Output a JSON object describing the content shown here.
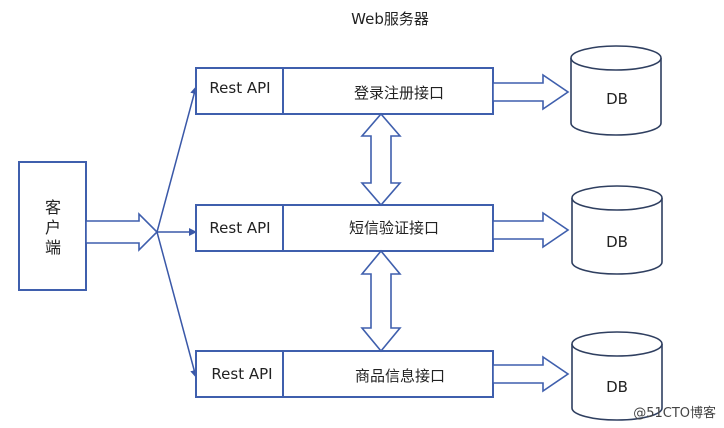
{
  "diagram": {
    "title": "Web服务器",
    "client_label": "客户端",
    "client_chars": [
      "客",
      "户",
      "端"
    ],
    "rows": [
      {
        "api_label": "Rest API",
        "service_label": "登录注册接口",
        "db_label": "DB"
      },
      {
        "api_label": "Rest API",
        "service_label": "短信验证接口",
        "db_label": "DB"
      },
      {
        "api_label": "Rest API",
        "service_label": "商品信息接口",
        "db_label": "DB"
      }
    ],
    "watermark": "@51CTO博客"
  },
  "colors": {
    "box_stroke": "#3f5fad",
    "edge": "#3a58a8",
    "db_stroke": "#2f3f60",
    "text": "#222222"
  }
}
